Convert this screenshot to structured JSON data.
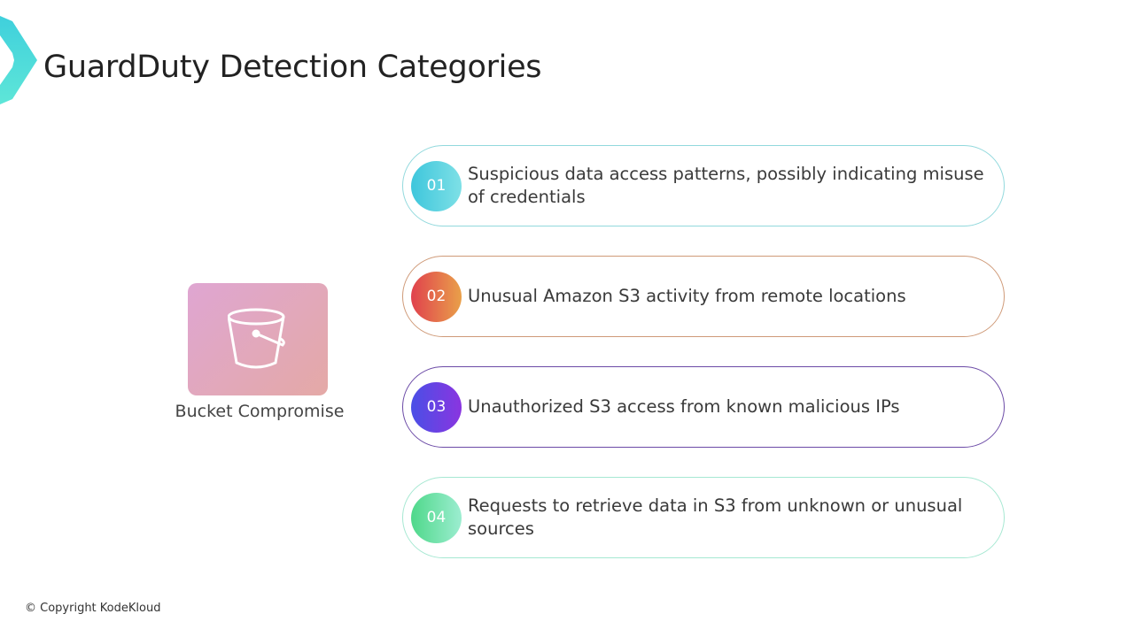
{
  "title": "GuardDuty Detection Categories",
  "category": {
    "label": "Bucket Compromise",
    "icon": "bucket-icon"
  },
  "items": [
    {
      "number": "01",
      "text": "Suspicious data access patterns, possibly indicating misuse of credentials",
      "border": "#92d9dd",
      "gradient": [
        "#3ec6dc",
        "#7ee0e6"
      ]
    },
    {
      "number": "02",
      "text": "Unusual Amazon S3 activity from remote locations",
      "border": "#cf9a78",
      "gradient": [
        "#e0414d",
        "#e9a04a"
      ]
    },
    {
      "number": "03",
      "text": "Unauthorized S3 access from known malicious IPs",
      "border": "#6b4aa6",
      "gradient": [
        "#4a4fe6",
        "#8a35e0"
      ]
    },
    {
      "number": "04",
      "text": "Requests to retrieve data in S3 from unknown or unusual sources",
      "border": "#a6e8d2",
      "gradient": [
        "#4fd88a",
        "#9cedd0"
      ]
    }
  ],
  "footer": {
    "copyright": "© Copyright KodeKloud"
  }
}
